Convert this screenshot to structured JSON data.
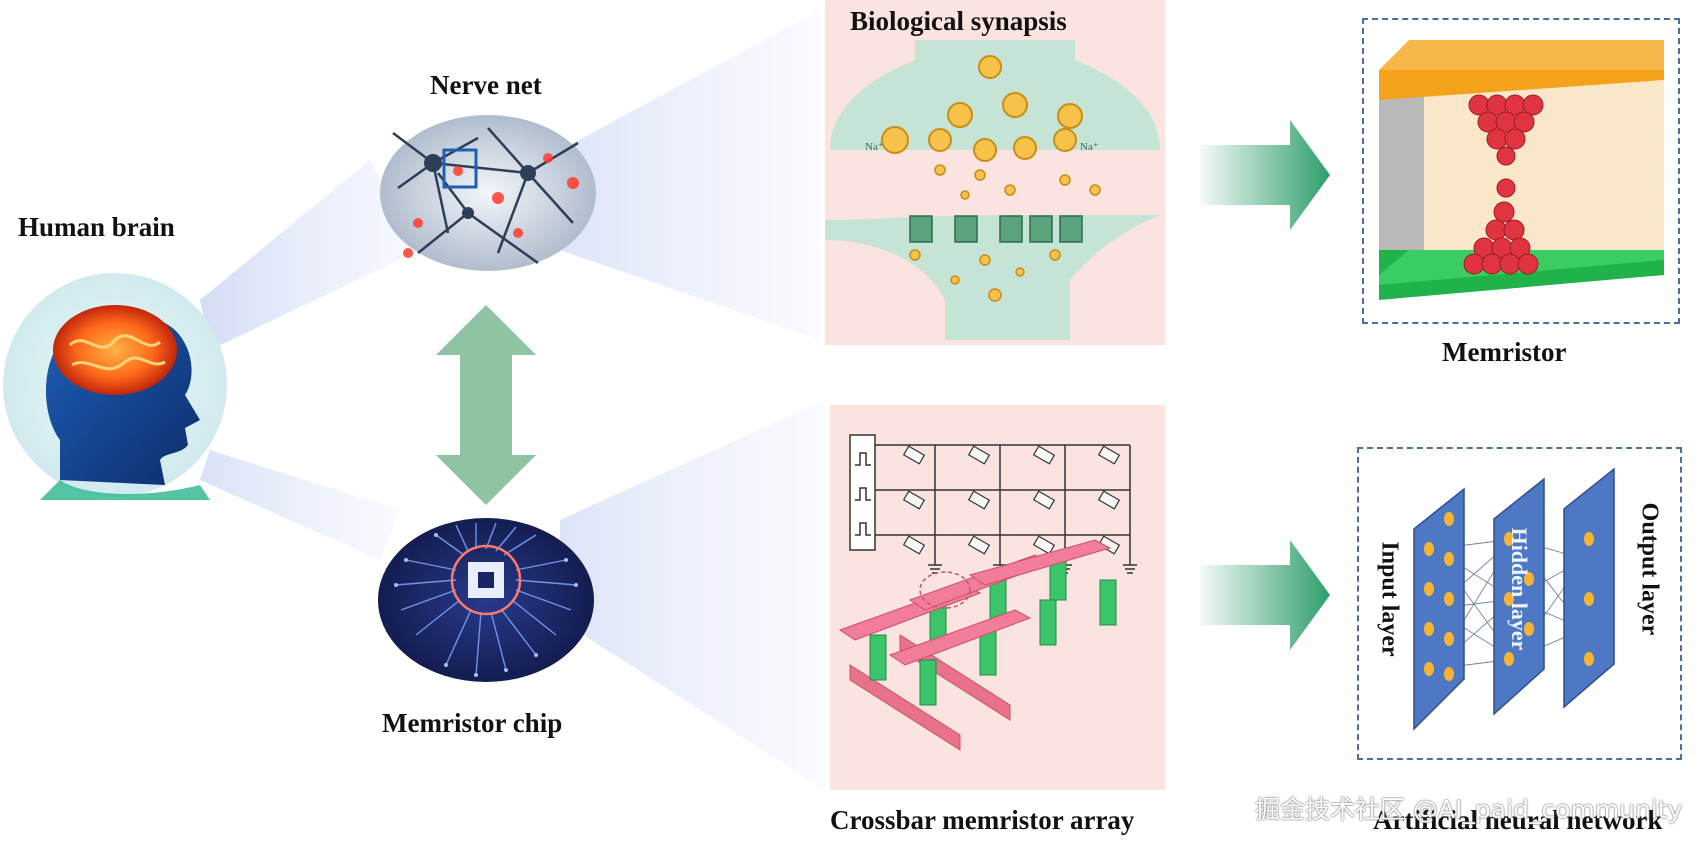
{
  "labels": {
    "human_brain": "Human brain",
    "nerve_net": "Nerve net",
    "memristor_chip": "Memristor chip",
    "biological_synapsis": "Biological synapsis",
    "crossbar_array": "Crossbar memristor array",
    "memristor": "Memristor",
    "ann": "Artificial neural network",
    "input_layer": "Input layer",
    "hidden_layer": "Hidden layer",
    "output_layer": "Output layer",
    "ion_label": "Na⁺"
  },
  "watermark": "掘金技术社区 @AI_paid_community",
  "colors": {
    "arrow_green": "#2e9e6b",
    "double_arrow": "#8fc4a3",
    "panel_bg": "#fbe3e0",
    "electrode_top": "#f4a21c",
    "electrode_bottom": "#21b24b",
    "layer_blue": "#4f78c4",
    "node_yellow": "#f5b335",
    "frame_dashed": "#4a6fa8"
  }
}
